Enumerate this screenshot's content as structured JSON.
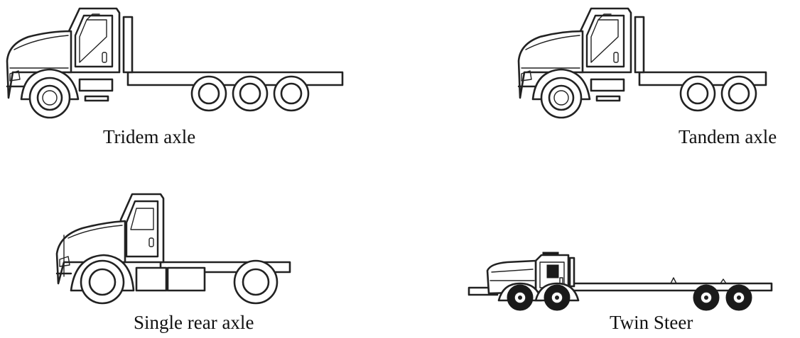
{
  "trucks": [
    {
      "id": "tridem",
      "label": "Tridem axle",
      "rear_axles": 3
    },
    {
      "id": "tandem",
      "label": "Tandem axle",
      "rear_axles": 2
    },
    {
      "id": "single",
      "label": "Single rear axle",
      "rear_axles": 1
    },
    {
      "id": "twin-steer",
      "label": "Twin Steer",
      "rear_axles": 2
    }
  ]
}
